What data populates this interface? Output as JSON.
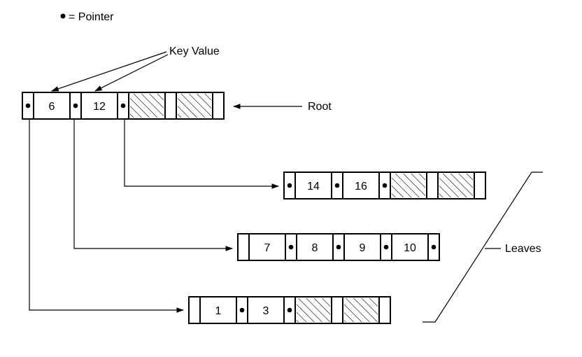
{
  "legend": {
    "dot": "•",
    "text": "= Pointer"
  },
  "labels": {
    "key_value": "Key Value",
    "root": "Root",
    "leaves": "Leaves"
  },
  "nodes": {
    "root": {
      "cells": [
        "ptr",
        "6",
        "ptr",
        "12",
        "ptr",
        "empty",
        "ptr-empty",
        "empty",
        "ptr-empty"
      ]
    },
    "leaf1": {
      "cells": [
        "ptr",
        "14",
        "ptr",
        "16",
        "ptr",
        "empty",
        "ptr-empty",
        "empty",
        "ptr-empty"
      ]
    },
    "leaf2": {
      "cells": [
        "ptr-empty",
        "7",
        "ptr",
        "8",
        "ptr",
        "9",
        "ptr",
        "10",
        "ptr"
      ]
    },
    "leaf3": {
      "cells": [
        "ptr-empty",
        "1",
        "ptr",
        "3",
        "ptr",
        "empty",
        "ptr-empty",
        "empty",
        "ptr-empty"
      ]
    }
  },
  "colors": {
    "ink": "#000000",
    "paper": "#ffffff"
  }
}
